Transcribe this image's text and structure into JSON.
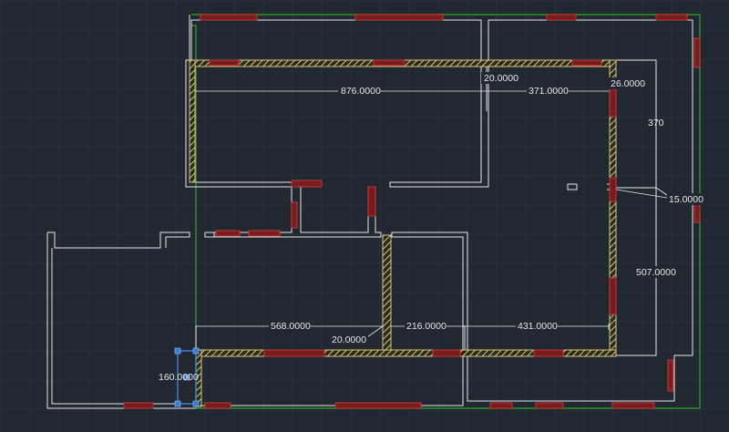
{
  "drawing": {
    "background_color": "#212832",
    "grid_color": "#2b333e",
    "line_color": "#e8e8e8",
    "boundary_color": "#2ea82e",
    "opening_fill": "#7a1c1c",
    "opening_stroke": "#c03a3a",
    "hatch_color": "#d8c878",
    "selection_color": "#4a90e2"
  },
  "dimensions": {
    "d876": "876.0000",
    "d20_top": "20.0000",
    "d371": "371.0000",
    "d26": "26.0000",
    "d370": "370",
    "d15": "15.0000",
    "d507": "507.0000",
    "d568": "568.0000",
    "d20_low": "20.0000",
    "d216": "216.0000",
    "d431": "431.0000",
    "d160": "160.0000"
  }
}
